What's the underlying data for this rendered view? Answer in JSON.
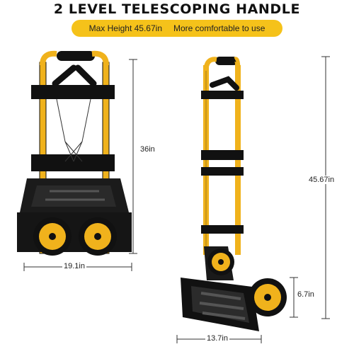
{
  "headline": "2 LEVEL TELESCOPING  HANDLE",
  "banner": {
    "max_height": "Max Height 45.67in",
    "comfort": "More comfortable to use"
  },
  "dimensions": {
    "folded_height": "36in",
    "folded_width": "19.1in",
    "extended_height": "45.67in",
    "wheel_height": "6.7in",
    "base_width": "13.7in"
  },
  "colors": {
    "accent": "#f5c21a",
    "frame": "#f0b21c",
    "dark": "#111111"
  }
}
